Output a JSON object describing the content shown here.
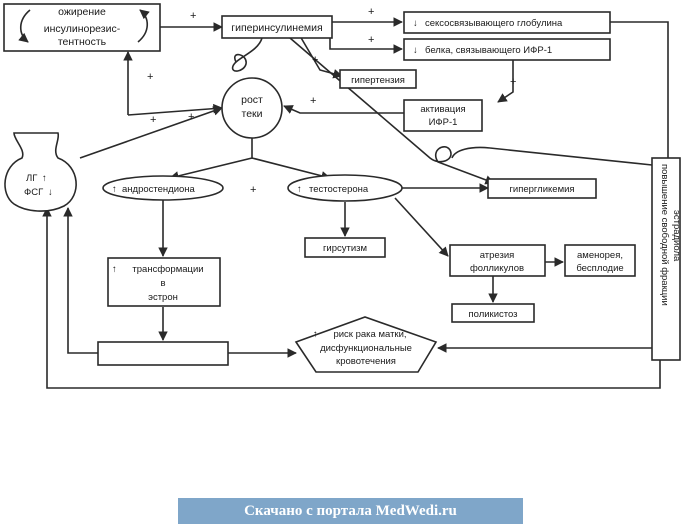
{
  "nodes": {
    "obesity_line1": "ожирение",
    "obesity_line2": "инсулинорезис-",
    "obesity_line3": "тентность",
    "hyperinsulinemia": "гиперинсулинемия",
    "shbg": "сексосвязывающего глобулина",
    "igfbp": "белка, связывающего ИФР-1",
    "hypertension": "гипертензия",
    "theca_line1": "рост",
    "theca_line2": "теки",
    "igf_line1": "активация",
    "igf_line2": "ИФР-1",
    "lh": "ЛГ",
    "fsh": "ФСГ",
    "androstenedione": "андростендиона",
    "testosterone": "тестостерона",
    "hyperglycemia": "гипергликемия",
    "hirsutism": "гирсутизм",
    "transform_line1": "трансформации",
    "transform_line2": "в",
    "transform_line3": "эстрон",
    "atresia_line1": "атрезия",
    "atresia_line2": "фолликулов",
    "amenorrhea_line1": "аменорея,",
    "amenorrhea_line2": "бесплодие",
    "polycystosis": "поликистоз",
    "risk_line1": "риск рака матки,",
    "risk_line2": "дисфункциональные",
    "risk_line3": "кровотечения",
    "estradiol_line1": "повышение свободной фракции",
    "estradiol_line2": "эстрадиола"
  },
  "signs": {
    "plus": "+"
  },
  "banner": "Скачано с портала MedWedi.ru"
}
